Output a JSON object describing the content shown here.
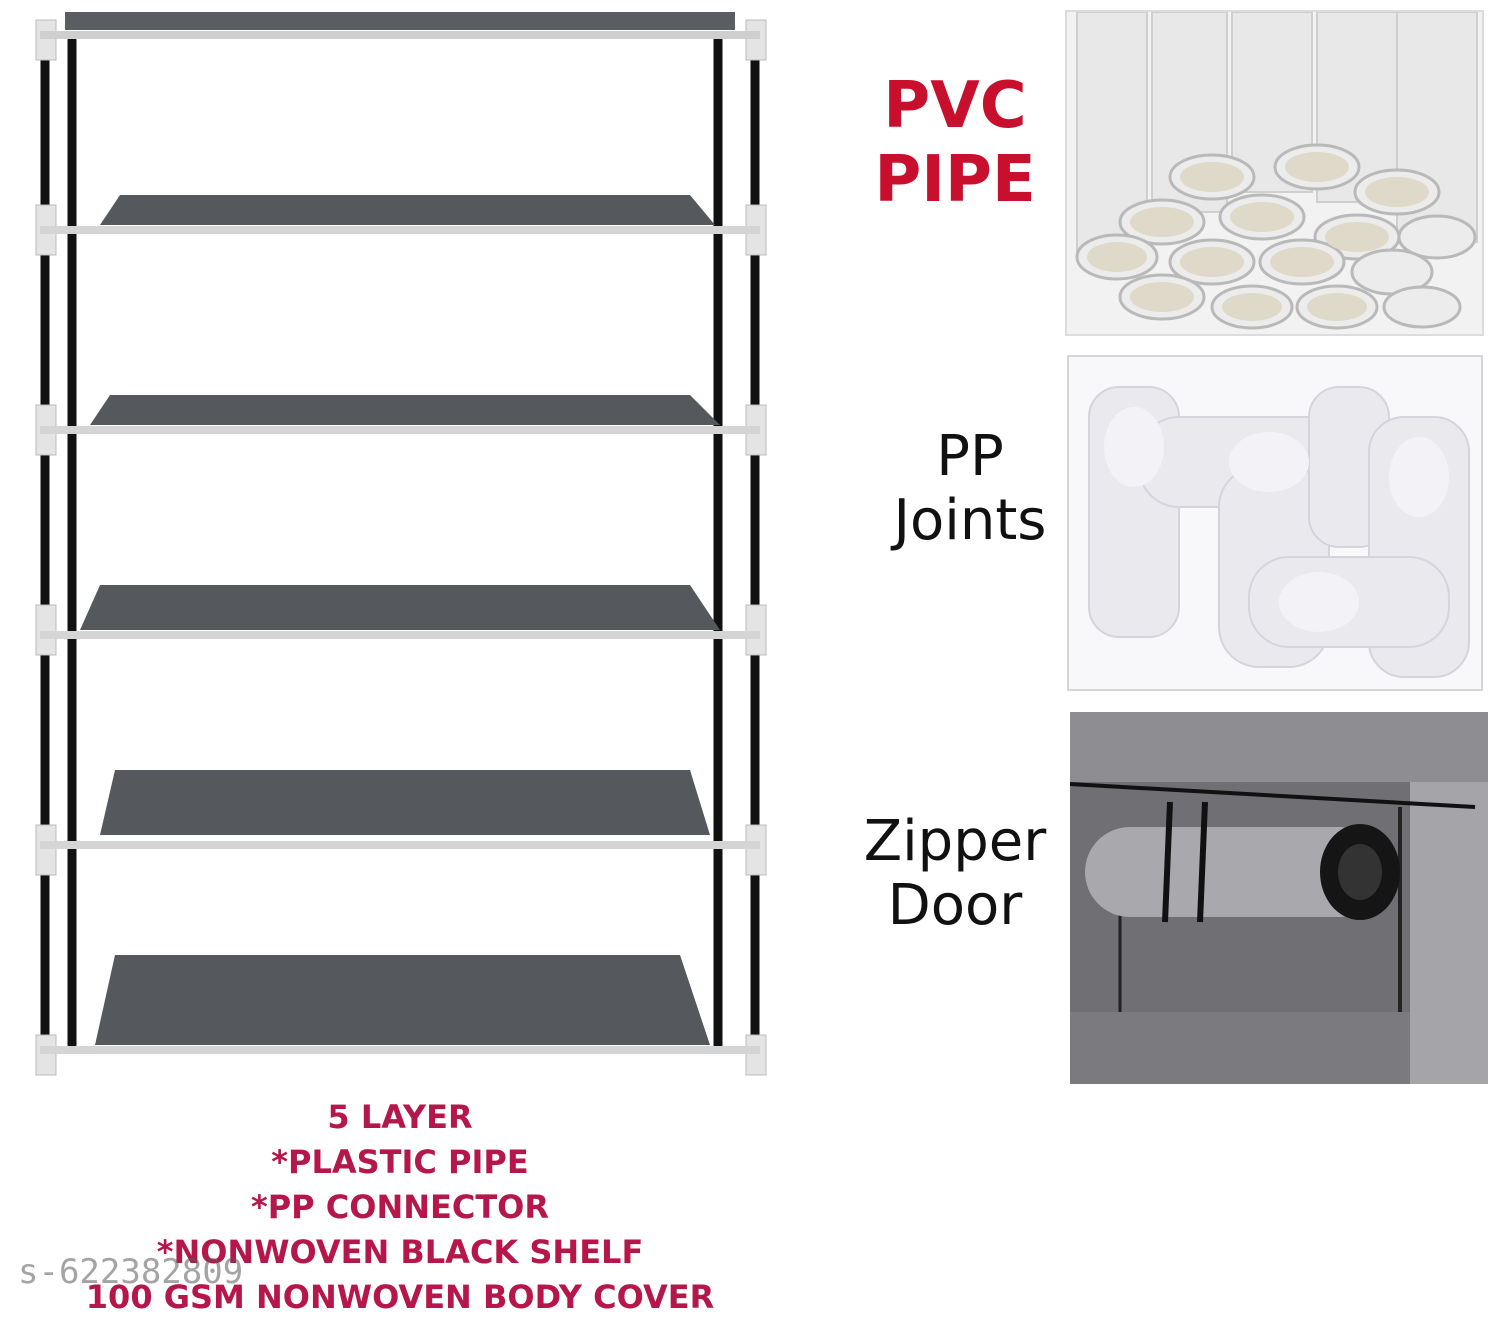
{
  "labels": {
    "pvc": [
      "PVC",
      "PIPE"
    ],
    "pp": [
      "PP",
      "Joints"
    ],
    "zipper": [
      "Zipper",
      "Door"
    ]
  },
  "specs": [
    "5 LAYER",
    "*PLASTIC  PIPE",
    "*PP CONNECTOR",
    "*NONWOVEN BLACK SHELF",
    "100 GSM NONWOVEN BODY COVER"
  ],
  "watermark": "s-622382809",
  "colors": {
    "accent_red": "#c8102e",
    "spec_text": "#b5174a",
    "shelf": "#55595d",
    "frame": "#111111"
  }
}
